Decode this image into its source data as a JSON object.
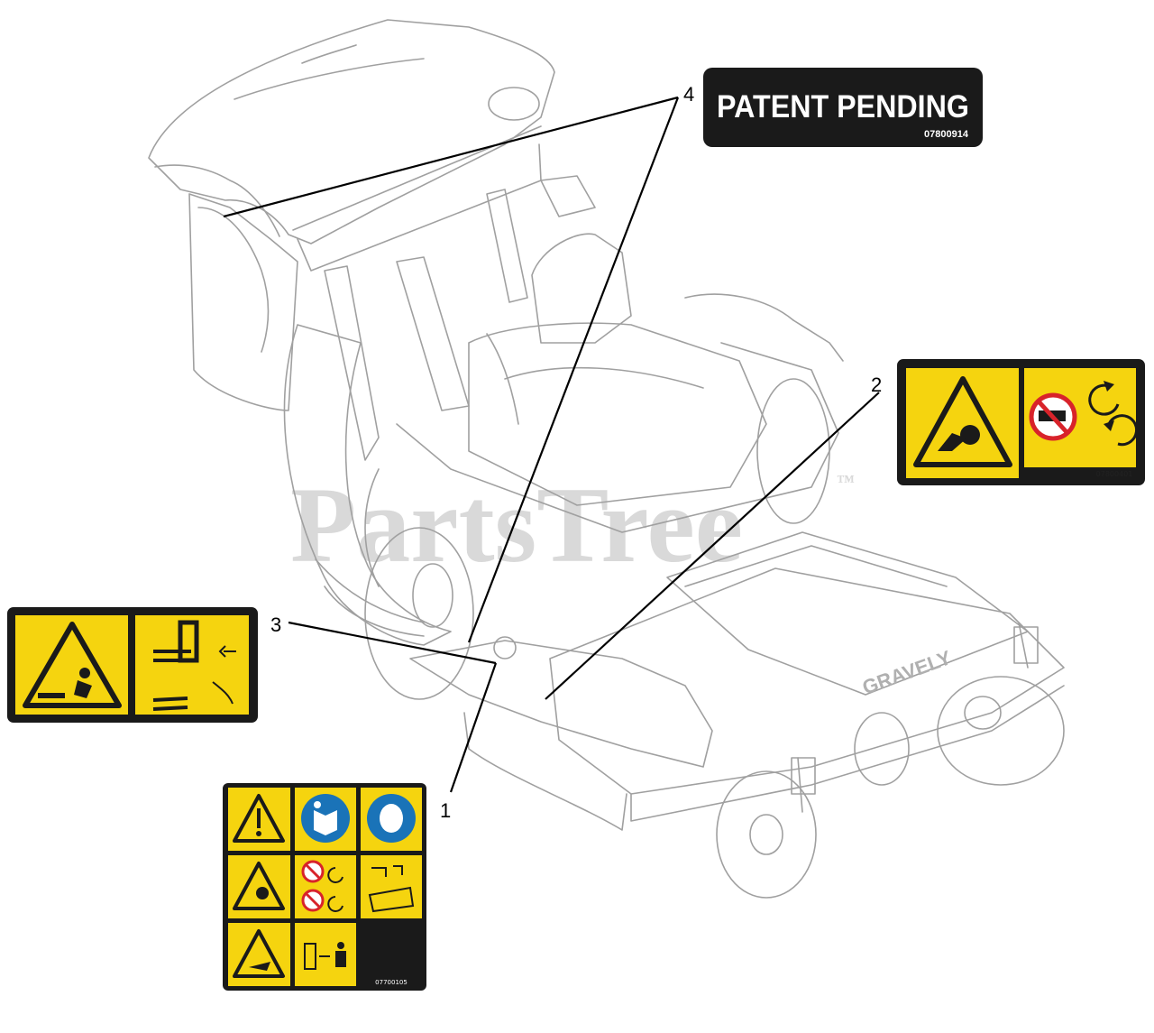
{
  "callouts": [
    {
      "number": "1"
    },
    {
      "number": "2"
    },
    {
      "number": "3"
    },
    {
      "number": "4"
    }
  ],
  "patent_decal": {
    "text": "PATENT PENDING",
    "part_number": "07800914"
  },
  "decal_2": {
    "part_number": "07800401"
  },
  "decal_1": {
    "part_number": "07700105"
  },
  "watermark": {
    "text": "PartsTree",
    "trademark": "™"
  },
  "colors": {
    "decal_yellow": "#f5d40f",
    "decal_black": "#1a1a1a",
    "line_art": "#9a9a9a",
    "prohibition_red": "#d8232a",
    "mandatory_blue": "#1a73b8"
  }
}
